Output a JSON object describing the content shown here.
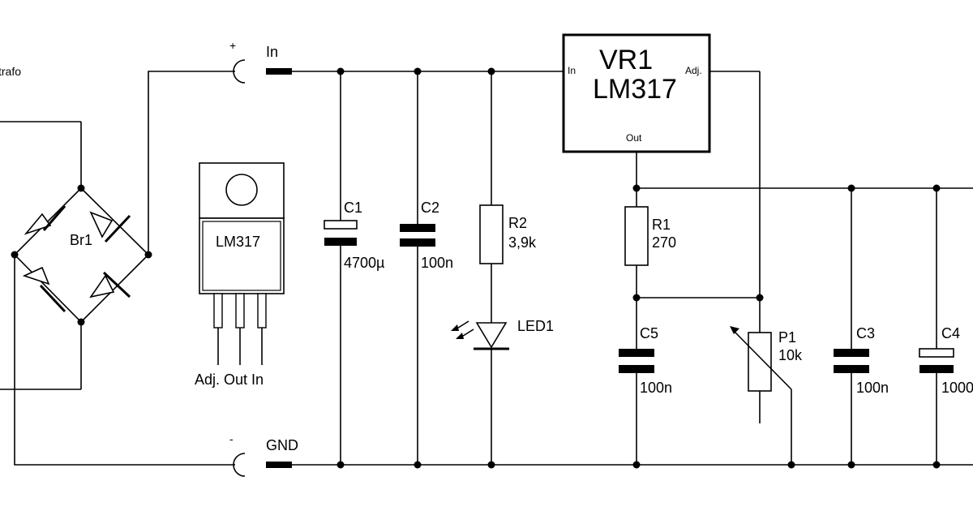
{
  "transformer_label": "trafo",
  "rectifier": {
    "name": "Br1"
  },
  "input": {
    "plus": "+",
    "minus": "-",
    "in_label": "In",
    "gnd_label": "GND"
  },
  "package": {
    "label": "LM317",
    "pins": "Adj. Out In"
  },
  "regulator": {
    "name": "VR1",
    "part": "LM317",
    "pin_in": "In",
    "pin_adj": "Adj.",
    "pin_out": "Out"
  },
  "components": {
    "c1": {
      "name": "C1",
      "value": "4700µ"
    },
    "c2": {
      "name": "C2",
      "value": "100n"
    },
    "r2": {
      "name": "R2",
      "value": "3,9k"
    },
    "led": {
      "name": "LED1"
    },
    "r1": {
      "name": "R1",
      "value": "270"
    },
    "c5": {
      "name": "C5",
      "value": "100n"
    },
    "p1": {
      "name": "P1",
      "value": "10k"
    },
    "c3": {
      "name": "C3",
      "value": "100n"
    },
    "c4": {
      "name": "C4",
      "value": "1000"
    }
  }
}
